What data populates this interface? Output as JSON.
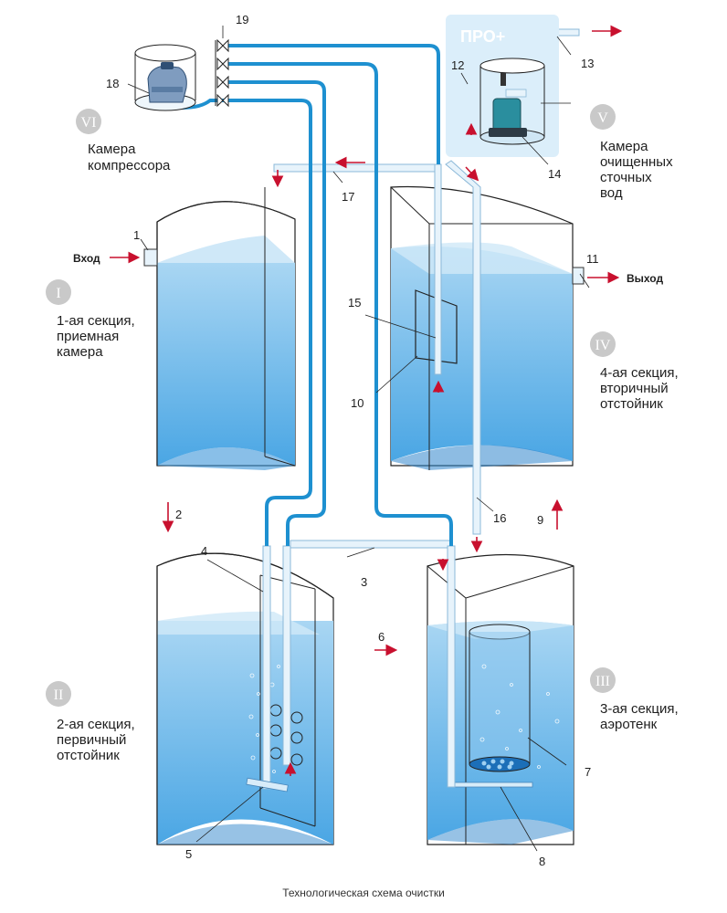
{
  "caption": "Технологическая схема очистки",
  "pro_badge": "ПРО+",
  "colors": {
    "water": "#5ab0e6",
    "water_dark": "#3c91d6",
    "air_line": "#1e90d0",
    "pipe_light": "#e7f3fb",
    "arrow": "#c8102e",
    "roman_badge": "#c9c9c9",
    "pro_box": "#dbeefa"
  },
  "io": {
    "inlet": "Вход",
    "outlet": "Выход"
  },
  "sections": [
    {
      "roman": "I",
      "lines": [
        "1-ая секция,",
        "приемная",
        "камера"
      ]
    },
    {
      "roman": "II",
      "lines": [
        "2-ая секция,",
        "первичный",
        "отстойник"
      ]
    },
    {
      "roman": "III",
      "lines": [
        "3-ая секция,",
        "аэротенк"
      ]
    },
    {
      "roman": "IV",
      "lines": [
        "4-ая секция,",
        "вторичный",
        "отстойник"
      ]
    },
    {
      "roman": "V",
      "lines": [
        "Камера",
        "очищенных",
        "сточных",
        "вод"
      ]
    },
    {
      "roman": "VI",
      "lines": [
        "Камера",
        "компрессора"
      ]
    }
  ],
  "callouts": [
    "1",
    "2",
    "3",
    "4",
    "5",
    "6",
    "7",
    "8",
    "9",
    "10",
    "11",
    "12",
    "13",
    "14",
    "15",
    "16",
    "17",
    "18",
    "19"
  ],
  "icons": [
    "compressor-icon",
    "valve-icon",
    "pump-icon",
    "flow-arrow-icon"
  ]
}
